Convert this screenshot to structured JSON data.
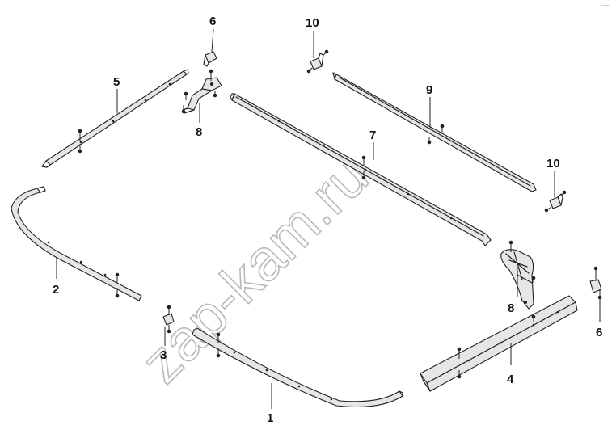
{
  "watermark": "zap-kam.ru",
  "corner_mark": "r ooo",
  "callouts": {
    "c1": "1",
    "c2": "2",
    "c3": "3",
    "c4": "4",
    "c5": "5",
    "c6a": "6",
    "c6b": "6",
    "c7": "7",
    "c8a": "8",
    "c8b": "8",
    "c9": "9",
    "c10a": "10",
    "c10b": "10"
  }
}
